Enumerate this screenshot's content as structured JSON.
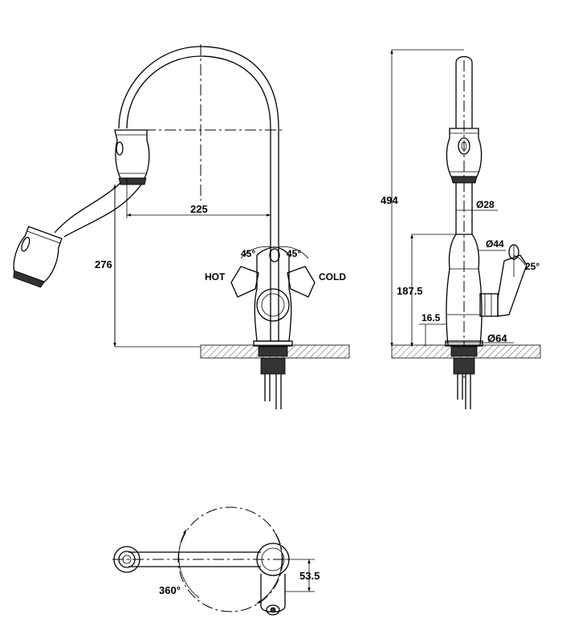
{
  "front_view": {
    "dim_spout_reach": "225",
    "dim_height": "276",
    "angle_left": "45°",
    "angle_right": "45°",
    "label_hot": "HOT",
    "label_cold": "COLD"
  },
  "side_view": {
    "dim_total_height": "494",
    "dim_spout_dia": "Ø28",
    "dim_handle_dia": "Ø44",
    "dim_handle_angle": "25°",
    "dim_body_height": "187.5",
    "dim_base_offset": "16.5",
    "dim_base_dia": "Ø64"
  },
  "top_view": {
    "dim_rotation": "360°",
    "dim_offset": "53.5"
  }
}
